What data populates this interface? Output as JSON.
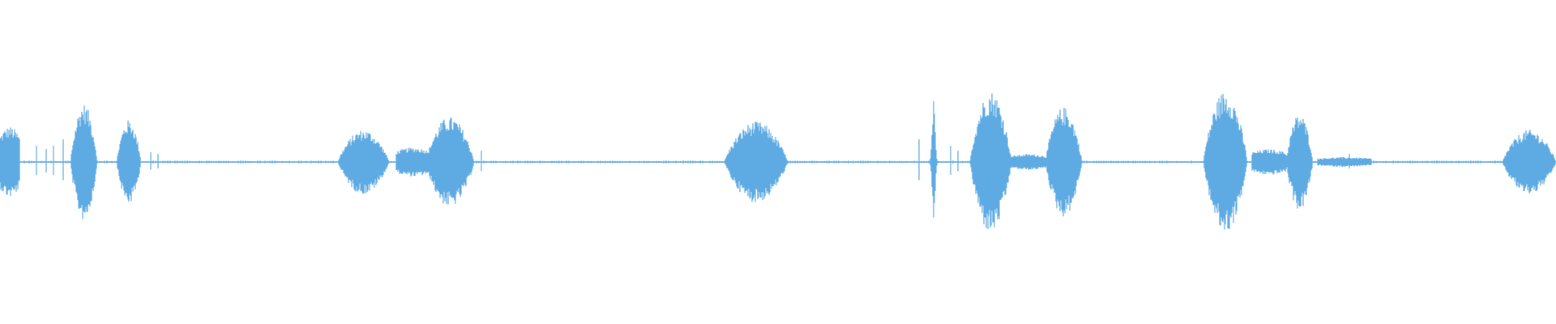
{
  "waveform": {
    "color": "#5eaae2",
    "background": "#ffffff",
    "duration_s": 64,
    "bursts": [
      {
        "start_s": 0.0,
        "end_s": 0.8,
        "peak": 0.22,
        "shape": "flat"
      },
      {
        "start_s": 2.9,
        "end_s": 4.0,
        "peak": 0.36,
        "shape": "dome"
      },
      {
        "start_s": 4.8,
        "end_s": 5.8,
        "peak": 0.26,
        "shape": "dome"
      },
      {
        "start_s": 13.9,
        "end_s": 16.0,
        "peak": 0.2,
        "shape": "dome"
      },
      {
        "start_s": 16.3,
        "end_s": 17.7,
        "peak": 0.09,
        "shape": "flat"
      },
      {
        "start_s": 17.5,
        "end_s": 19.5,
        "peak": 0.28,
        "shape": "dome"
      },
      {
        "start_s": 29.8,
        "end_s": 32.4,
        "peak": 0.25,
        "shape": "dome"
      },
      {
        "start_s": 38.2,
        "end_s": 38.6,
        "peak": 0.38,
        "shape": "spike"
      },
      {
        "start_s": 39.9,
        "end_s": 41.6,
        "peak": 0.44,
        "shape": "dome"
      },
      {
        "start_s": 41.6,
        "end_s": 43.0,
        "peak": 0.05,
        "shape": "flat"
      },
      {
        "start_s": 43.0,
        "end_s": 44.5,
        "peak": 0.34,
        "shape": "dome"
      },
      {
        "start_s": 49.5,
        "end_s": 51.3,
        "peak": 0.44,
        "shape": "dome"
      },
      {
        "start_s": 51.5,
        "end_s": 52.9,
        "peak": 0.08,
        "shape": "flat"
      },
      {
        "start_s": 52.9,
        "end_s": 54.0,
        "peak": 0.3,
        "shape": "dome"
      },
      {
        "start_s": 54.2,
        "end_s": 56.4,
        "peak": 0.03,
        "shape": "flat"
      },
      {
        "start_s": 61.8,
        "end_s": 64.0,
        "peak": 0.2,
        "shape": "dome"
      }
    ],
    "clicks": [
      {
        "t_s": 1.5,
        "peak": 0.1
      },
      {
        "t_s": 1.9,
        "peak": 0.08
      },
      {
        "t_s": 2.2,
        "peak": 0.1
      },
      {
        "t_s": 2.6,
        "peak": 0.14
      },
      {
        "t_s": 6.2,
        "peak": 0.06
      },
      {
        "t_s": 6.5,
        "peak": 0.05
      },
      {
        "t_s": 19.8,
        "peak": 0.07
      },
      {
        "t_s": 37.8,
        "peak": 0.14
      },
      {
        "t_s": 39.1,
        "peak": 0.1
      },
      {
        "t_s": 39.4,
        "peak": 0.07
      },
      {
        "t_s": 55.5,
        "peak": 0.05
      }
    ]
  }
}
